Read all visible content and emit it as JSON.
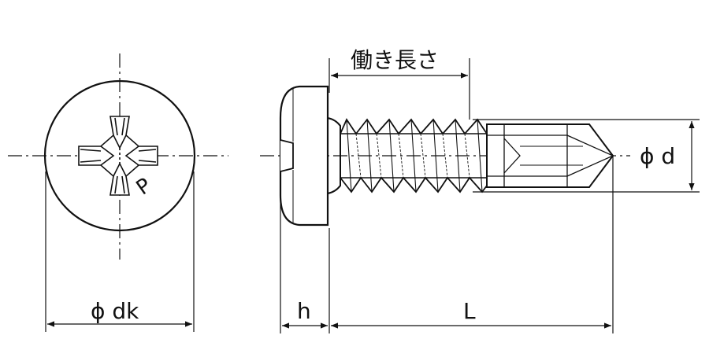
{
  "labels": {
    "effective_length": "働き長さ",
    "shank_diameter": "ϕ d",
    "head_diameter": "ϕ dk",
    "head_height": "h",
    "length": "L",
    "head_mark": "P"
  },
  "colors": {
    "line": "#111111",
    "background": "#ffffff"
  }
}
